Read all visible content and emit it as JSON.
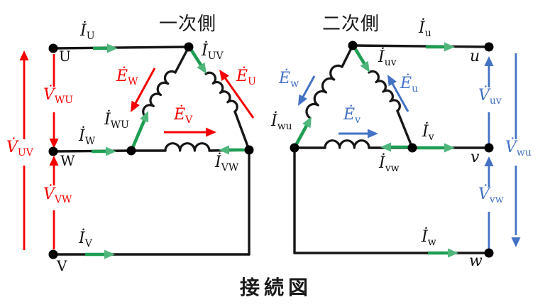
{
  "titles": {
    "primary": "一次側",
    "secondary": "二次側",
    "caption": "接続図"
  },
  "colors": {
    "wire": "#161616",
    "node": "#000000",
    "red": "#f40000",
    "blue": "#4472c4",
    "green": "#1e9e53",
    "green_head": "#4fb67c"
  },
  "primary": {
    "terminals": {
      "top": "U",
      "middle": "W",
      "bottom": "V"
    },
    "line_currents": {
      "top": {
        "m": "İ",
        "s": "U"
      },
      "middle": {
        "m": "İ",
        "s": "W"
      },
      "bottom": {
        "m": "İ",
        "s": "V"
      }
    },
    "winding_currents": {
      "right": {
        "m": "İ",
        "s": "UV"
      },
      "left": {
        "m": "İ",
        "s": "WU"
      },
      "bottom": {
        "m": "İ",
        "s": "VW"
      }
    },
    "emfs": {
      "left": {
        "m": "Ė",
        "s": "W"
      },
      "right": {
        "m": "Ė",
        "s": "U"
      },
      "bottom": {
        "m": "Ė",
        "s": "V"
      }
    },
    "voltages": {
      "outer": {
        "m": "V̇",
        "s": "UV"
      },
      "upper": {
        "m": "V̇",
        "s": "WU"
      },
      "lower": {
        "m": "V̇",
        "s": "VW"
      }
    }
  },
  "secondary": {
    "terminals": {
      "top": "u",
      "middle": "v",
      "bottom": "w"
    },
    "line_currents": {
      "top": {
        "m": "İ",
        "s": "u"
      },
      "middle": {
        "m": "İ",
        "s": "v"
      },
      "bottom": {
        "m": "İ",
        "s": "w"
      }
    },
    "winding_currents": {
      "right": {
        "m": "İ",
        "s": "uv"
      },
      "left": {
        "m": "İ",
        "s": "wu"
      },
      "bottom": {
        "m": "İ",
        "s": "vw"
      }
    },
    "emfs": {
      "left": {
        "m": "Ė",
        "s": "w"
      },
      "right": {
        "m": "Ė",
        "s": "u"
      },
      "bottom": {
        "m": "Ė",
        "s": "v"
      }
    },
    "voltages": {
      "upper": {
        "m": "V̇",
        "s": "uv"
      },
      "lower": {
        "m": "V̇",
        "s": "vw"
      },
      "outer": {
        "m": "V̇",
        "s": "wu"
      }
    }
  }
}
